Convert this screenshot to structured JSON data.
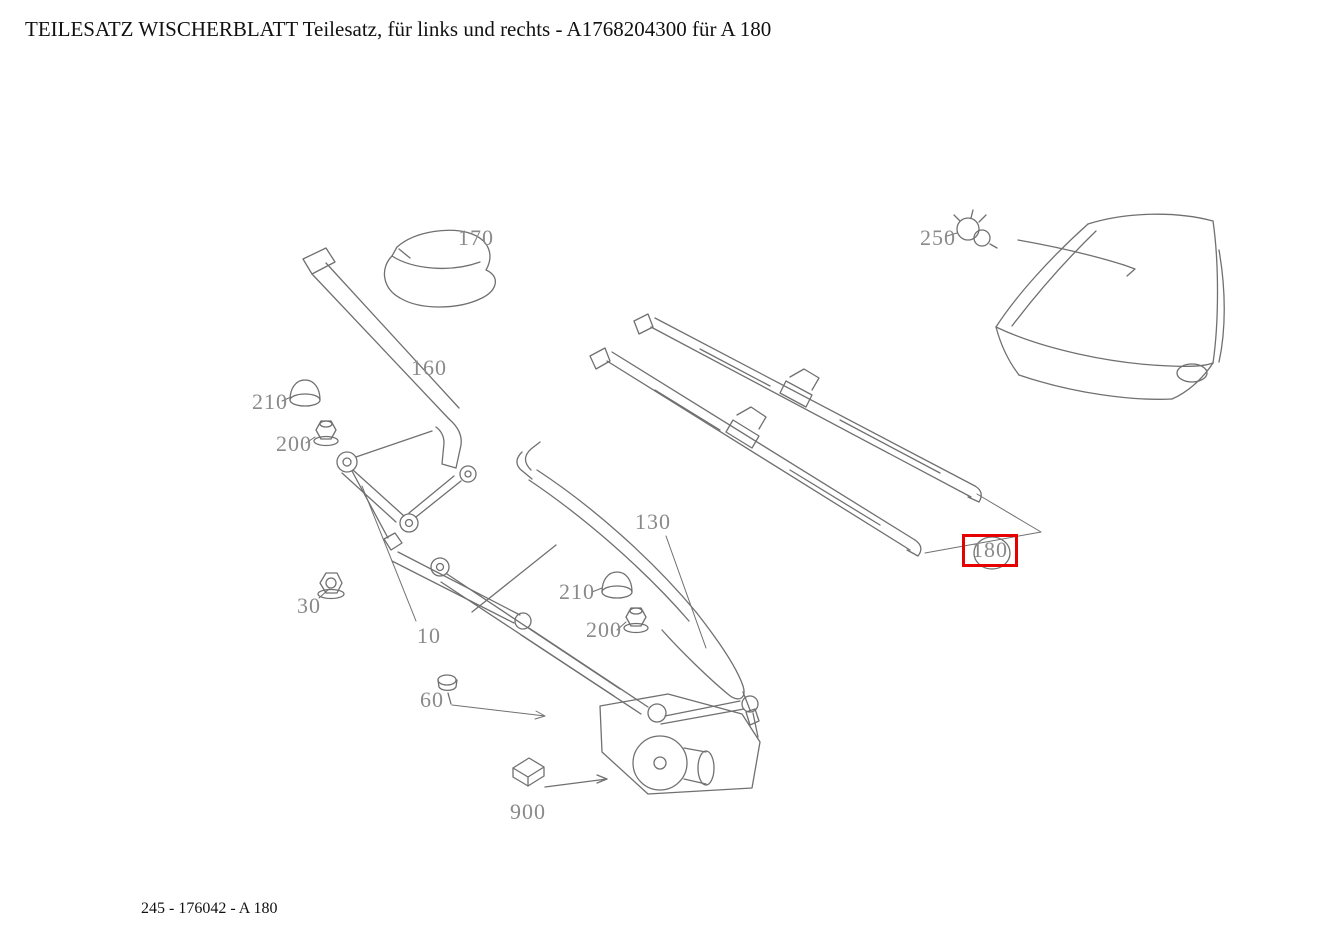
{
  "title": "TEILESATZ WISCHERBLATT Teilesatz, für links und rechts - A1768204300 für A 180",
  "footer": "245 - 176042 - A 180",
  "highlighted_part": "180",
  "colors": {
    "background": "#ffffff",
    "text": "#111111",
    "label": "#8a8a8a",
    "line": "#707070",
    "highlight": "#e60000"
  },
  "labels": [
    {
      "text": "170",
      "part": "cover-cap"
    },
    {
      "text": "160",
      "part": "wiper-arm-left"
    },
    {
      "text": "210",
      "part": "cap-nut-left"
    },
    {
      "text": "200",
      "part": "hex-nut-left"
    },
    {
      "text": "30",
      "part": "flange-nut"
    },
    {
      "text": "10",
      "part": "wiper-linkage"
    },
    {
      "text": "60",
      "part": "bolt"
    },
    {
      "text": "900",
      "part": "clip-wiper-motor"
    },
    {
      "text": "130",
      "part": "wiper-arm-right"
    },
    {
      "text": "210",
      "part": "cap-nut-right"
    },
    {
      "text": "200",
      "part": "hex-nut-right"
    },
    {
      "text": "250",
      "part": "nozzle"
    },
    {
      "text": "180",
      "part": "wiper-blade-set"
    }
  ]
}
